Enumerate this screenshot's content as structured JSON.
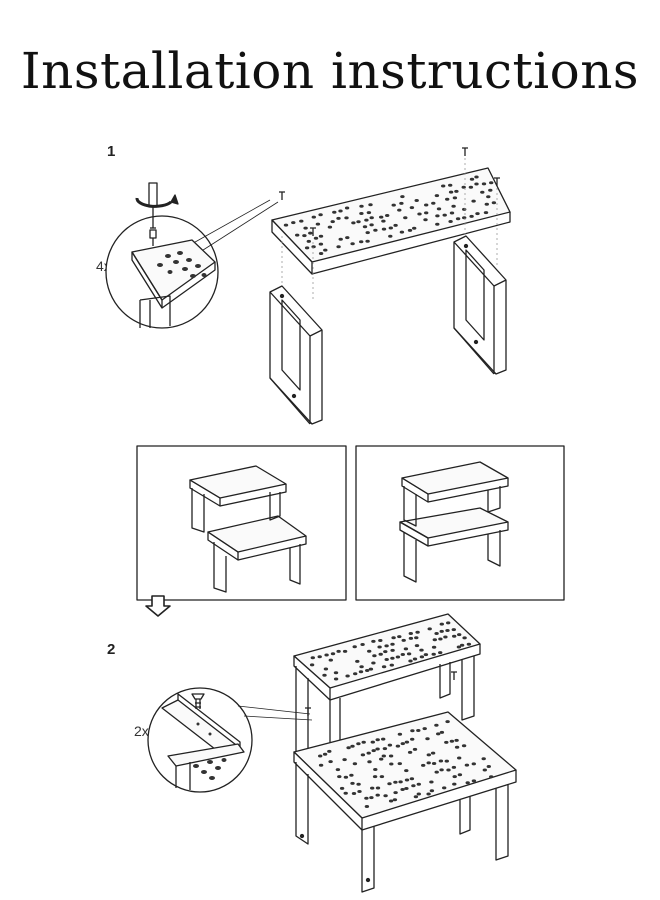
{
  "title": "Installation instructions",
  "steps": [
    {
      "number": "1",
      "quantity": "4x"
    },
    {
      "number": "2",
      "quantity": "2x"
    }
  ],
  "icons": {
    "screwdriver": "screwdriver-icon",
    "rotate": "rotate-arrow-icon",
    "next": "down-arrow-icon"
  },
  "colors": {
    "line": "#222222",
    "panel": "#f2f2f2",
    "hole": "#333333"
  }
}
